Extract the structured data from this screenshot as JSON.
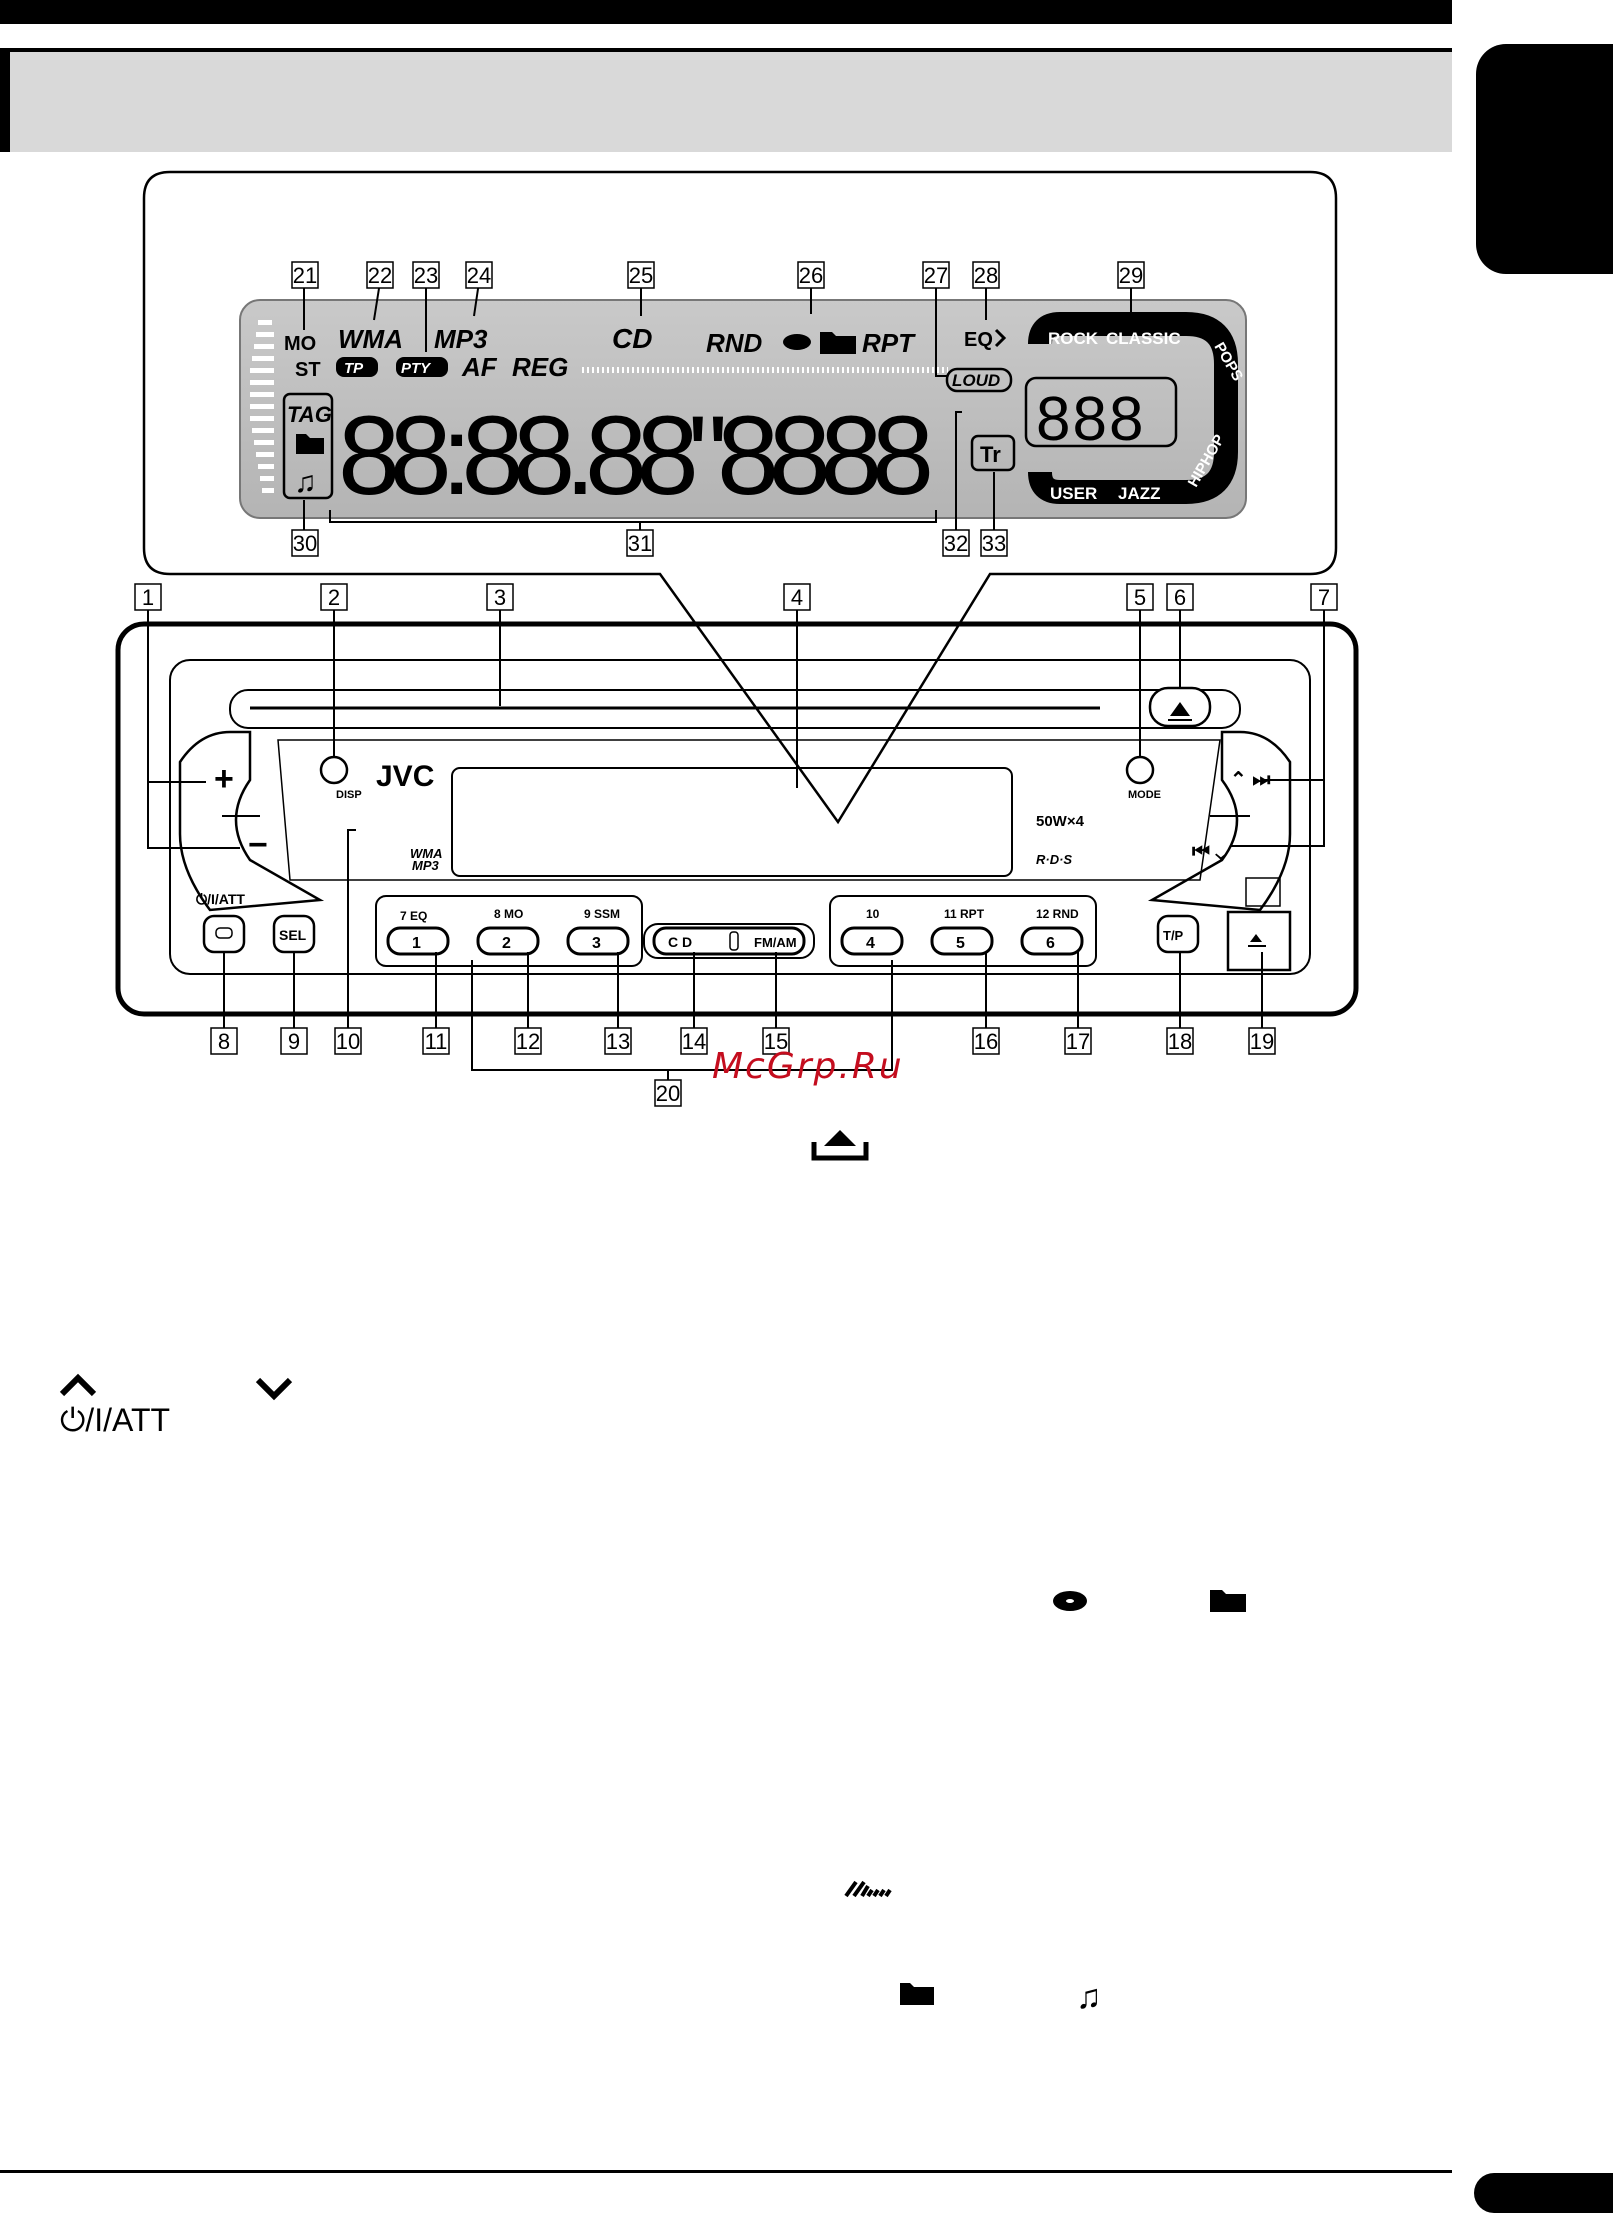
{
  "watermark": "McGrp.Ru",
  "callouts": [
    "1",
    "2",
    "3",
    "4",
    "5",
    "6",
    "7",
    "8",
    "9",
    "10",
    "11",
    "12",
    "13",
    "14",
    "15",
    "16",
    "17",
    "18",
    "19",
    "20",
    "21",
    "22",
    "23",
    "24",
    "25",
    "26",
    "27",
    "28",
    "29",
    "30",
    "31",
    "32",
    "33"
  ],
  "display_labels": {
    "mo": "MO",
    "st": "ST",
    "wma": "WMA",
    "mp3": "MP3",
    "tp": "TP",
    "pty": "PTY",
    "af": "AF",
    "reg": "REG",
    "cd": "CD",
    "rnd": "RND",
    "rpt": "RPT",
    "loud": "LOUD",
    "eq": "EQ",
    "rock": "ROCK",
    "classic": "CLASSIC",
    "pops": "POPS",
    "hiphop": "HIPHOP",
    "user": "USER",
    "jazz": "JAZZ",
    "tag": "TAG",
    "tr": "Tr",
    "digits": "88:88.88\"8888",
    "small_digits": "888"
  },
  "panel_labels": {
    "brand": "JVC",
    "disp": "DISP",
    "mode": "MODE",
    "power_att": "⏻/I/ATT",
    "sel": "SEL",
    "wma_mp3_top": "WMA",
    "wma_mp3_bottom": "MP3",
    "power_rating": "50W×4",
    "rds": "R·D·S",
    "preset_7": "7  EQ",
    "preset_8": "8  MO",
    "preset_9": "9  SSM",
    "preset_10": "10",
    "preset_11": "11  RPT",
    "preset_12": "12  RND",
    "btn_1": "1",
    "btn_2": "2",
    "btn_3": "3",
    "btn_4": "4",
    "btn_5": "5",
    "btn_6": "6",
    "cd": "C D",
    "fmam": "FM/AM",
    "tp_btn": "T/P",
    "plus": "+",
    "minus": "−"
  },
  "text_snippets": {
    "att_label": "⏻/I/ATT"
  }
}
